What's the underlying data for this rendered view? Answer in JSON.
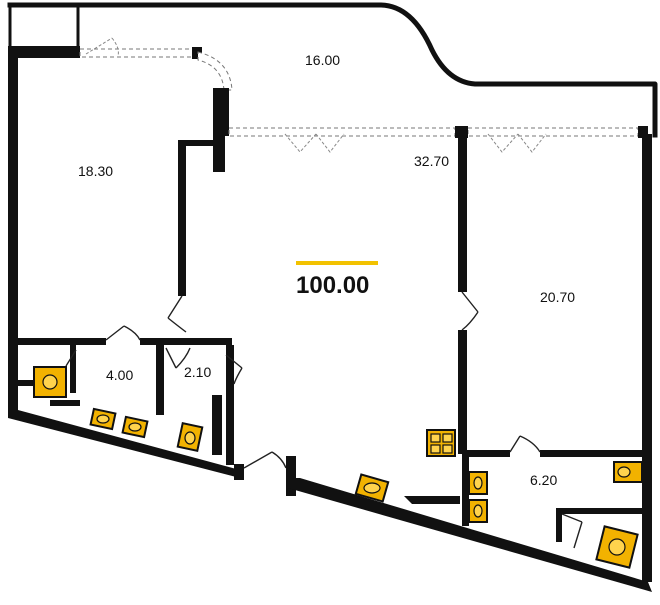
{
  "plan": {
    "total_area": "100.00",
    "accent_color": "#f2c200",
    "rooms": [
      {
        "id": "terrace",
        "area": "16.00"
      },
      {
        "id": "bedroom-left",
        "area": "18.30"
      },
      {
        "id": "living-kitchen",
        "area": "32.70"
      },
      {
        "id": "bedroom-right",
        "area": "20.70"
      },
      {
        "id": "bathroom",
        "area": "4.00"
      },
      {
        "id": "wc",
        "area": "2.10"
      },
      {
        "id": "bathroom-right",
        "area": "6.20"
      }
    ]
  }
}
